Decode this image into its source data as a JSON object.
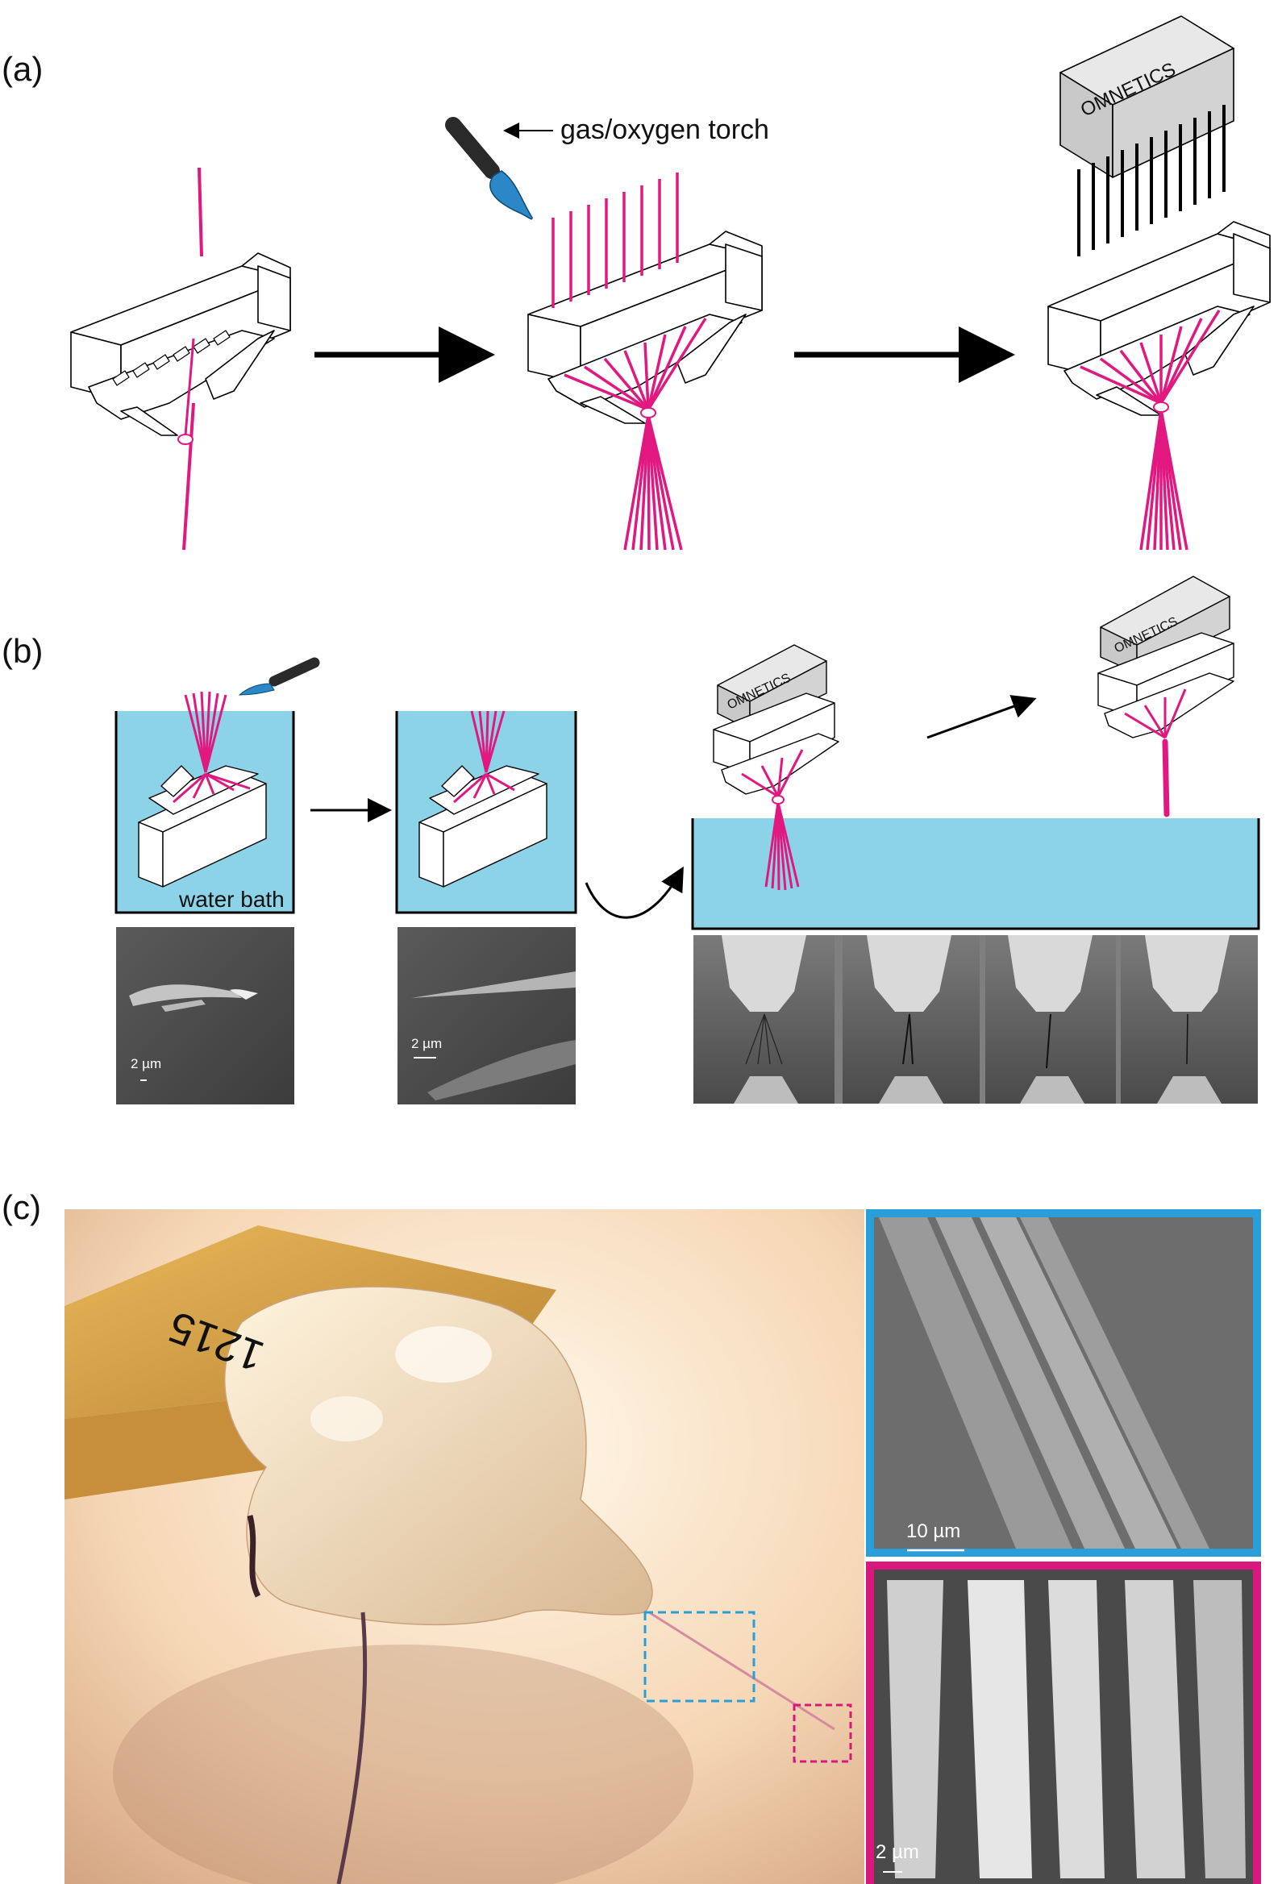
{
  "panels": {
    "a": {
      "label": "(a)",
      "torch_label": "gas/oxygen torch",
      "connector_label": "OMNETICS"
    },
    "b": {
      "label": "(b)",
      "bath_label": "water bath",
      "connector_label_1": "OMNETICS",
      "connector_label_2": "OMNETICS",
      "scale_1": "2 µm",
      "scale_2": "2 µm"
    },
    "c": {
      "label": "(c)",
      "part_number": "1215",
      "scale_blue": "10 µm",
      "scale_pink": "2 µm"
    }
  },
  "colors": {
    "fiber": "#e0187f",
    "water": "#8dd3e8",
    "connector_gray": "#d3d3d3",
    "torch_flame": "#2b87c5",
    "inset_blue_frame": "#2a9ed8",
    "inset_pink_frame": "#d8187d"
  }
}
